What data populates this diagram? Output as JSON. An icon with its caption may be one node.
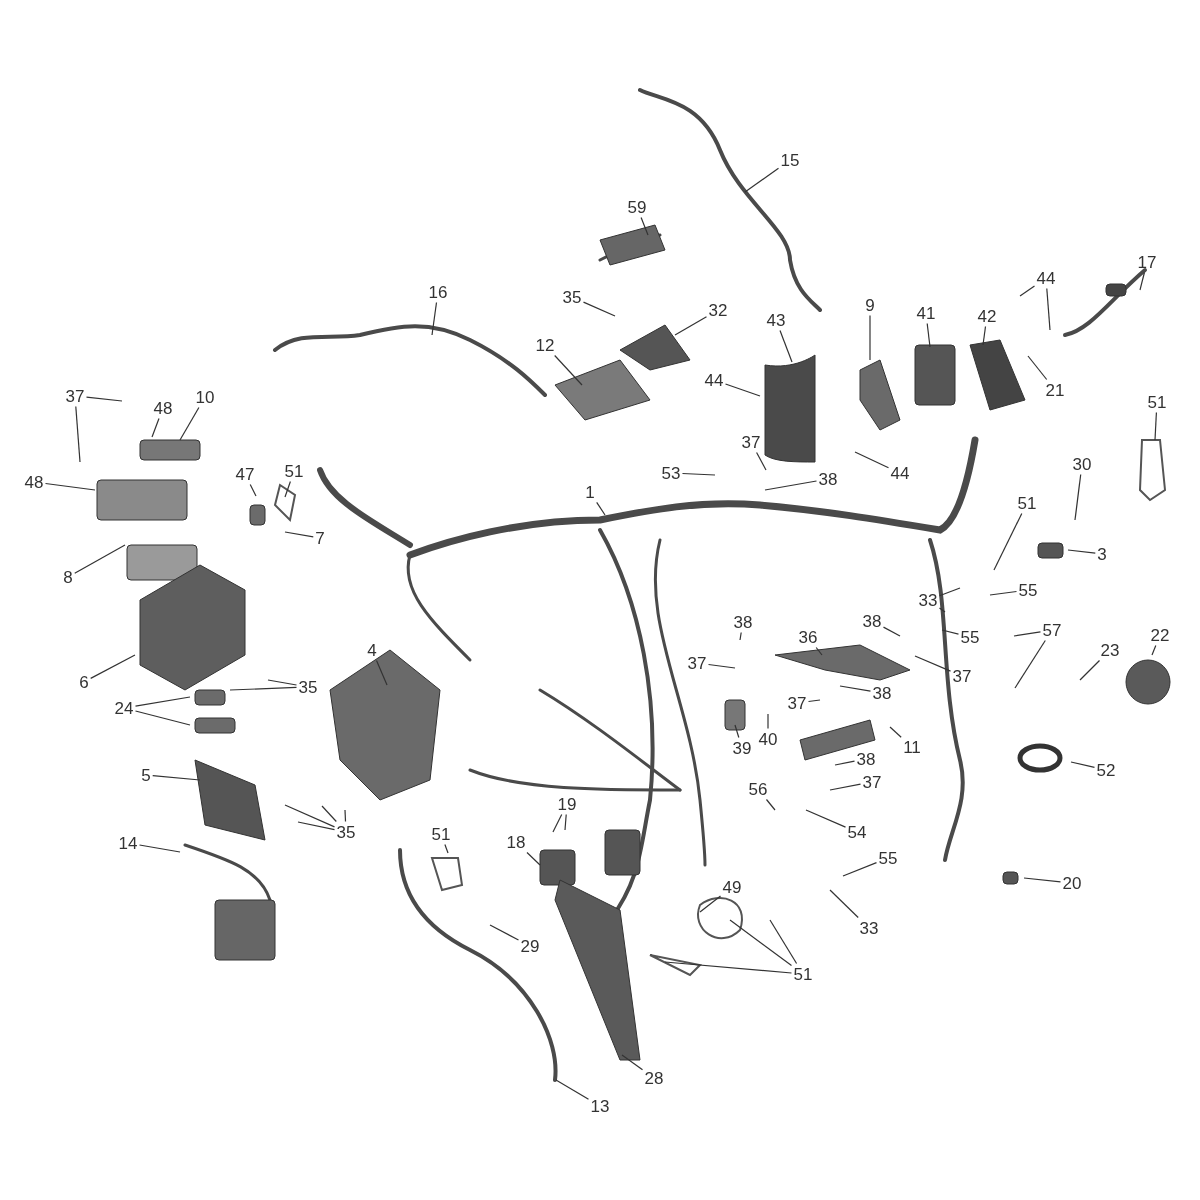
{
  "diagram": {
    "nodes": [
      {
        "text": [
          "1"
        ]
      },
      {
        "text": [
          "15"
        ]
      },
      {
        "text": [
          "59"
        ]
      },
      {
        "text": [
          "16"
        ]
      },
      {
        "text": [
          "35"
        ]
      },
      {
        "text": [
          "32"
        ]
      },
      {
        "text": [
          "12"
        ]
      },
      {
        "text": [
          "43"
        ]
      },
      {
        "text": [
          "9"
        ]
      },
      {
        "text": [
          "41"
        ]
      },
      {
        "text": [
          "42"
        ]
      },
      {
        "text": [
          "44"
        ]
      },
      {
        "text": [
          "17"
        ]
      },
      {
        "text": [
          "44"
        ]
      },
      {
        "text": [
          "51"
        ]
      },
      {
        "text": [
          "37"
        ]
      },
      {
        "text": [
          "48"
        ]
      },
      {
        "text": [
          "10"
        ]
      },
      {
        "text": [
          "21"
        ]
      },
      {
        "text": [
          "44"
        ]
      },
      {
        "text": [
          "48"
        ]
      },
      {
        "text": [
          "47"
        ]
      },
      {
        "text": [
          "51"
        ]
      },
      {
        "text": [
          "53"
        ]
      },
      {
        "text": [
          "37"
        ]
      },
      {
        "text": [
          "38"
        ]
      },
      {
        "text": [
          "51"
        ]
      },
      {
        "text": [
          "30"
        ]
      },
      {
        "text": [
          "7"
        ]
      },
      {
        "text": [
          "3"
        ]
      },
      {
        "text": [
          "8"
        ]
      },
      {
        "text": [
          "33"
        ]
      },
      {
        "text": [
          "55"
        ]
      },
      {
        "text": [
          "38"
        ]
      },
      {
        "text": [
          "36"
        ]
      },
      {
        "text": [
          "38"
        ]
      },
      {
        "text": [
          "55"
        ]
      },
      {
        "text": [
          "57"
        ]
      },
      {
        "text": [
          "22"
        ]
      },
      {
        "text": [
          "4"
        ]
      },
      {
        "text": [
          "37"
        ]
      },
      {
        "text": [
          "37"
        ]
      },
      {
        "text": [
          "23"
        ]
      },
      {
        "text": [
          "6"
        ]
      },
      {
        "text": [
          "35"
        ]
      },
      {
        "text": [
          "38"
        ]
      },
      {
        "text": [
          "37"
        ]
      },
      {
        "text": [
          "24"
        ]
      },
      {
        "text": [
          "40"
        ]
      },
      {
        "text": [
          "39"
        ]
      },
      {
        "text": [
          "11"
        ]
      },
      {
        "text": [
          "38"
        ]
      },
      {
        "text": [
          "52"
        ]
      },
      {
        "text": [
          "5"
        ]
      },
      {
        "text": [
          "37"
        ]
      },
      {
        "text": [
          "56"
        ]
      },
      {
        "text": [
          "19"
        ]
      },
      {
        "text": [
          "35"
        ]
      },
      {
        "text": [
          "54"
        ]
      },
      {
        "text": [
          "51"
        ]
      },
      {
        "text": [
          "18"
        ]
      },
      {
        "text": [
          "14"
        ]
      },
      {
        "text": [
          "55"
        ]
      },
      {
        "text": [
          "20"
        ]
      },
      {
        "text": [
          "49"
        ]
      },
      {
        "text": [
          "33"
        ]
      },
      {
        "text": [
          "29"
        ]
      },
      {
        "text": [
          "51"
        ]
      },
      {
        "text": [
          "28"
        ]
      },
      {
        "text": [
          "13"
        ]
      }
    ],
    "edges": [
      {
        "from": 0,
        "to": null,
        "arrow": "none"
      },
      {
        "from": 1,
        "to": null,
        "arrow": "none"
      },
      {
        "from": 2,
        "to": null,
        "arrow": "none"
      },
      {
        "from": 3,
        "to": null,
        "arrow": "none"
      },
      {
        "from": 4,
        "to": null,
        "arrow": "none"
      },
      {
        "from": 5,
        "to": null,
        "arrow": "none"
      },
      {
        "from": 6,
        "to": null,
        "arrow": "none"
      },
      {
        "from": 7,
        "to": null,
        "arrow": "none"
      },
      {
        "from": 8,
        "to": null,
        "arrow": "none"
      },
      {
        "from": 9,
        "to": null,
        "arrow": "none"
      },
      {
        "from": 10,
        "to": null,
        "arrow": "none"
      },
      {
        "from": 11,
        "to": null,
        "arrow": "none"
      },
      {
        "from": 11,
        "to": null,
        "arrow": "none"
      },
      {
        "from": 12,
        "to": null,
        "arrow": "none"
      },
      {
        "from": 13,
        "to": null,
        "arrow": "none"
      },
      {
        "from": 14,
        "to": null,
        "arrow": "none"
      },
      {
        "from": 15,
        "to": null,
        "arrow": "none"
      },
      {
        "from": 15,
        "to": null,
        "arrow": "none"
      },
      {
        "from": 16,
        "to": null,
        "arrow": "none"
      },
      {
        "from": 17,
        "to": null,
        "arrow": "none"
      },
      {
        "from": 18,
        "to": null,
        "arrow": "none"
      },
      {
        "from": 19,
        "to": null,
        "arrow": "none"
      },
      {
        "from": 20,
        "to": null,
        "arrow": "none"
      },
      {
        "from": 21,
        "to": null,
        "arrow": "none"
      },
      {
        "from": 22,
        "to": null,
        "arrow": "none"
      },
      {
        "from": 23,
        "to": null,
        "arrow": "none"
      },
      {
        "from": 24,
        "to": null,
        "arrow": "none"
      },
      {
        "from": 25,
        "to": null,
        "arrow": "none"
      },
      {
        "from": 26,
        "to": null,
        "arrow": "none"
      },
      {
        "from": 27,
        "to": null,
        "arrow": "none"
      },
      {
        "from": 28,
        "to": null,
        "arrow": "none"
      },
      {
        "from": 29,
        "to": null,
        "arrow": "none"
      },
      {
        "from": 30,
        "to": null,
        "arrow": "none"
      },
      {
        "from": 31,
        "to": null,
        "arrow": "none"
      },
      {
        "from": 31,
        "to": null,
        "arrow": "none"
      },
      {
        "from": 32,
        "to": null,
        "arrow": "none"
      },
      {
        "from": 33,
        "to": null,
        "arrow": "none"
      },
      {
        "from": 34,
        "to": null,
        "arrow": "none"
      },
      {
        "from": 35,
        "to": null,
        "arrow": "none"
      },
      {
        "from": 36,
        "to": null,
        "arrow": "none"
      },
      {
        "from": 37,
        "to": null,
        "arrow": "none"
      },
      {
        "from": 37,
        "to": null,
        "arrow": "none"
      },
      {
        "from": 38,
        "to": null,
        "arrow": "none"
      },
      {
        "from": 39,
        "to": null,
        "arrow": "none"
      },
      {
        "from": 40,
        "to": null,
        "arrow": "none"
      },
      {
        "from": 41,
        "to": null,
        "arrow": "none"
      },
      {
        "from": 42,
        "to": null,
        "arrow": "none"
      },
      {
        "from": 43,
        "to": null,
        "arrow": "none"
      },
      {
        "from": 44,
        "to": null,
        "arrow": "none"
      },
      {
        "from": 44,
        "to": null,
        "arrow": "none"
      },
      {
        "from": 45,
        "to": null,
        "arrow": "none"
      },
      {
        "from": 46,
        "to": null,
        "arrow": "none"
      },
      {
        "from": 47,
        "to": null,
        "arrow": "none"
      },
      {
        "from": 47,
        "to": null,
        "arrow": "none"
      },
      {
        "from": 48,
        "to": null,
        "arrow": "none"
      },
      {
        "from": 49,
        "to": null,
        "arrow": "none"
      },
      {
        "from": 50,
        "to": null,
        "arrow": "none"
      },
      {
        "from": 51,
        "to": null,
        "arrow": "none"
      },
      {
        "from": 52,
        "to": null,
        "arrow": "none"
      },
      {
        "from": 53,
        "to": null,
        "arrow": "none"
      },
      {
        "from": 54,
        "to": null,
        "arrow": "none"
      },
      {
        "from": 55,
        "to": null,
        "arrow": "none"
      },
      {
        "from": 56,
        "to": null,
        "arrow": "none"
      },
      {
        "from": 56,
        "to": null,
        "arrow": "none"
      },
      {
        "from": 57,
        "to": null,
        "arrow": "none"
      },
      {
        "from": 57,
        "to": null,
        "arrow": "none"
      },
      {
        "from": 57,
        "to": null,
        "arrow": "none"
      },
      {
        "from": 57,
        "to": null,
        "arrow": "none"
      },
      {
        "from": 58,
        "to": null,
        "arrow": "none"
      },
      {
        "from": 59,
        "to": null,
        "arrow": "none"
      },
      {
        "from": 60,
        "to": null,
        "arrow": "none"
      },
      {
        "from": 61,
        "to": null,
        "arrow": "none"
      },
      {
        "from": 62,
        "to": null,
        "arrow": "none"
      },
      {
        "from": 63,
        "to": null,
        "arrow": "none"
      },
      {
        "from": 64,
        "to": null,
        "arrow": "none"
      },
      {
        "from": 65,
        "to": null,
        "arrow": "none"
      },
      {
        "from": 66,
        "to": null,
        "arrow": "none"
      },
      {
        "from": 67,
        "to": null,
        "arrow": "none"
      },
      {
        "from": 67,
        "to": null,
        "arrow": "none"
      },
      {
        "from": 67,
        "to": null,
        "arrow": "none"
      },
      {
        "from": 68,
        "to": null,
        "arrow": "none"
      },
      {
        "from": 69,
        "to": null,
        "arrow": "none"
      }
    ]
  }
}
